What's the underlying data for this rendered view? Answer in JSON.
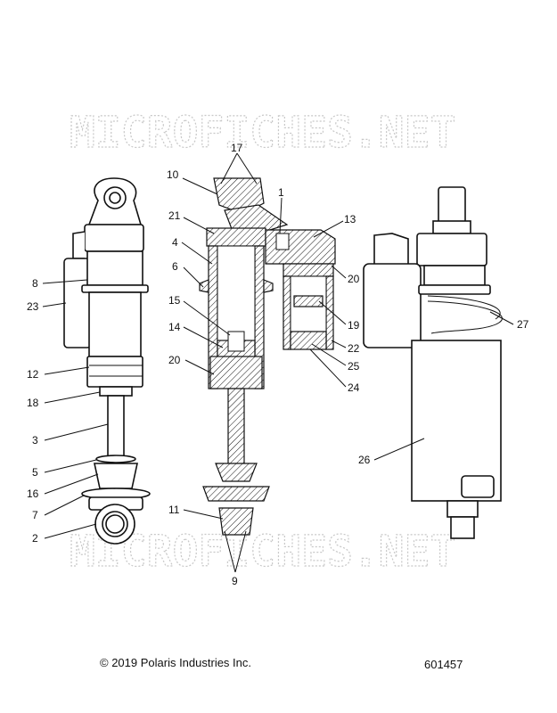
{
  "watermark": "MICROFICHES.NET",
  "callouts": {
    "c1": "1",
    "c2": "2",
    "c3": "3",
    "c4": "4",
    "c5": "5",
    "c6": "6",
    "c7": "7",
    "c8": "8",
    "c9": "9",
    "c10": "10",
    "c11": "11",
    "c12": "12",
    "c13": "13",
    "c14": "14",
    "c15": "15",
    "c16": "16",
    "c17": "17",
    "c18": "18",
    "c19": "19",
    "c20a": "20",
    "c20b": "20",
    "c21": "21",
    "c22": "22",
    "c23": "23",
    "c24": "24",
    "c25": "25",
    "c26": "26",
    "c27": "27"
  },
  "footer": {
    "copyright": "© 2019 Polaris Industries Inc.",
    "drawing_number": "601457"
  }
}
